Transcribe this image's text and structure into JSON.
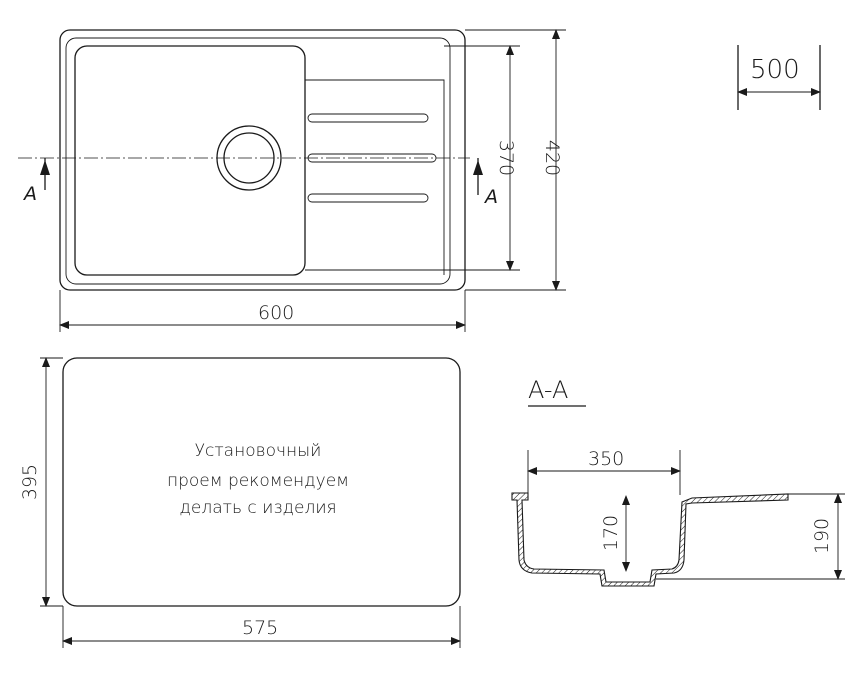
{
  "plan_view": {
    "width_label": "600",
    "inner_height_label": "370",
    "outer_height_label": "420",
    "section_mark_left": "A",
    "section_mark_right": "A"
  },
  "cabinet_badge": {
    "label": "500"
  },
  "cutout_view": {
    "width_label": "575",
    "height_label": "395",
    "note_lines": [
      "Установочный",
      "проем рекомендуем",
      "делать с изделия"
    ]
  },
  "section_view": {
    "title": "A-A",
    "bowl_width_label": "350",
    "inner_depth_label": "170",
    "total_depth_label": "190"
  }
}
